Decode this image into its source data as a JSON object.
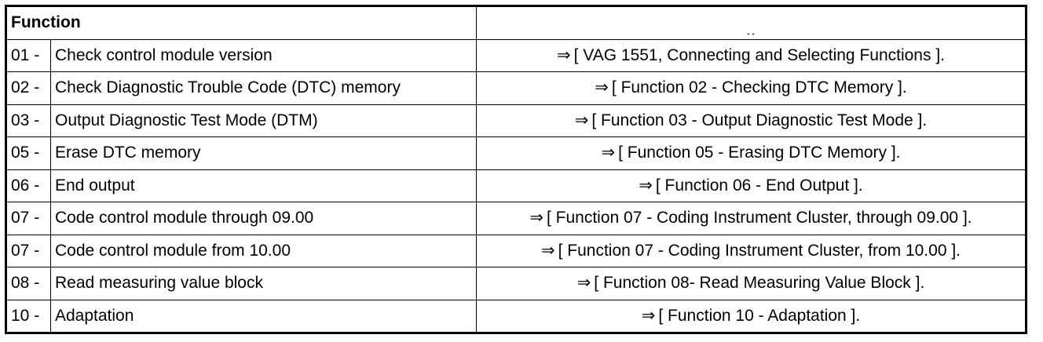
{
  "header": {
    "function_label": "Function",
    "right_label": "- -"
  },
  "arrow_glyph": "⇒",
  "rows": [
    {
      "num": "01 -",
      "desc": "Check control module version",
      "ref": "[ VAG 1551, Connecting and Selecting Functions ]."
    },
    {
      "num": "02 -",
      "desc": "Check Diagnostic Trouble Code (DTC) memory",
      "ref": "[ Function 02 - Checking DTC Memory ]."
    },
    {
      "num": "03 -",
      "desc": "Output Diagnostic Test Mode (DTM)",
      "ref": "[ Function 03 - Output Diagnostic Test Mode ]."
    },
    {
      "num": "05 -",
      "desc": "Erase DTC memory",
      "ref": "[ Function 05 - Erasing DTC Memory ]."
    },
    {
      "num": "06 -",
      "desc": "End output",
      "ref": "[ Function 06 - End Output ]."
    },
    {
      "num": "07 -",
      "desc": "Code control module through 09.00",
      "ref": "[ Function 07 - Coding Instrument Cluster, through 09.00 ]."
    },
    {
      "num": "07 -",
      "desc": "Code control module from 10.00",
      "ref": "[ Function 07 - Coding Instrument Cluster, from 10.00 ]."
    },
    {
      "num": "08 -",
      "desc": "Read measuring value block",
      "ref": "[ Function 08- Read Measuring Value Block ]."
    },
    {
      "num": "10 -",
      "desc": "Adaptation",
      "ref": "[ Function 10 - Adaptation ]."
    }
  ]
}
